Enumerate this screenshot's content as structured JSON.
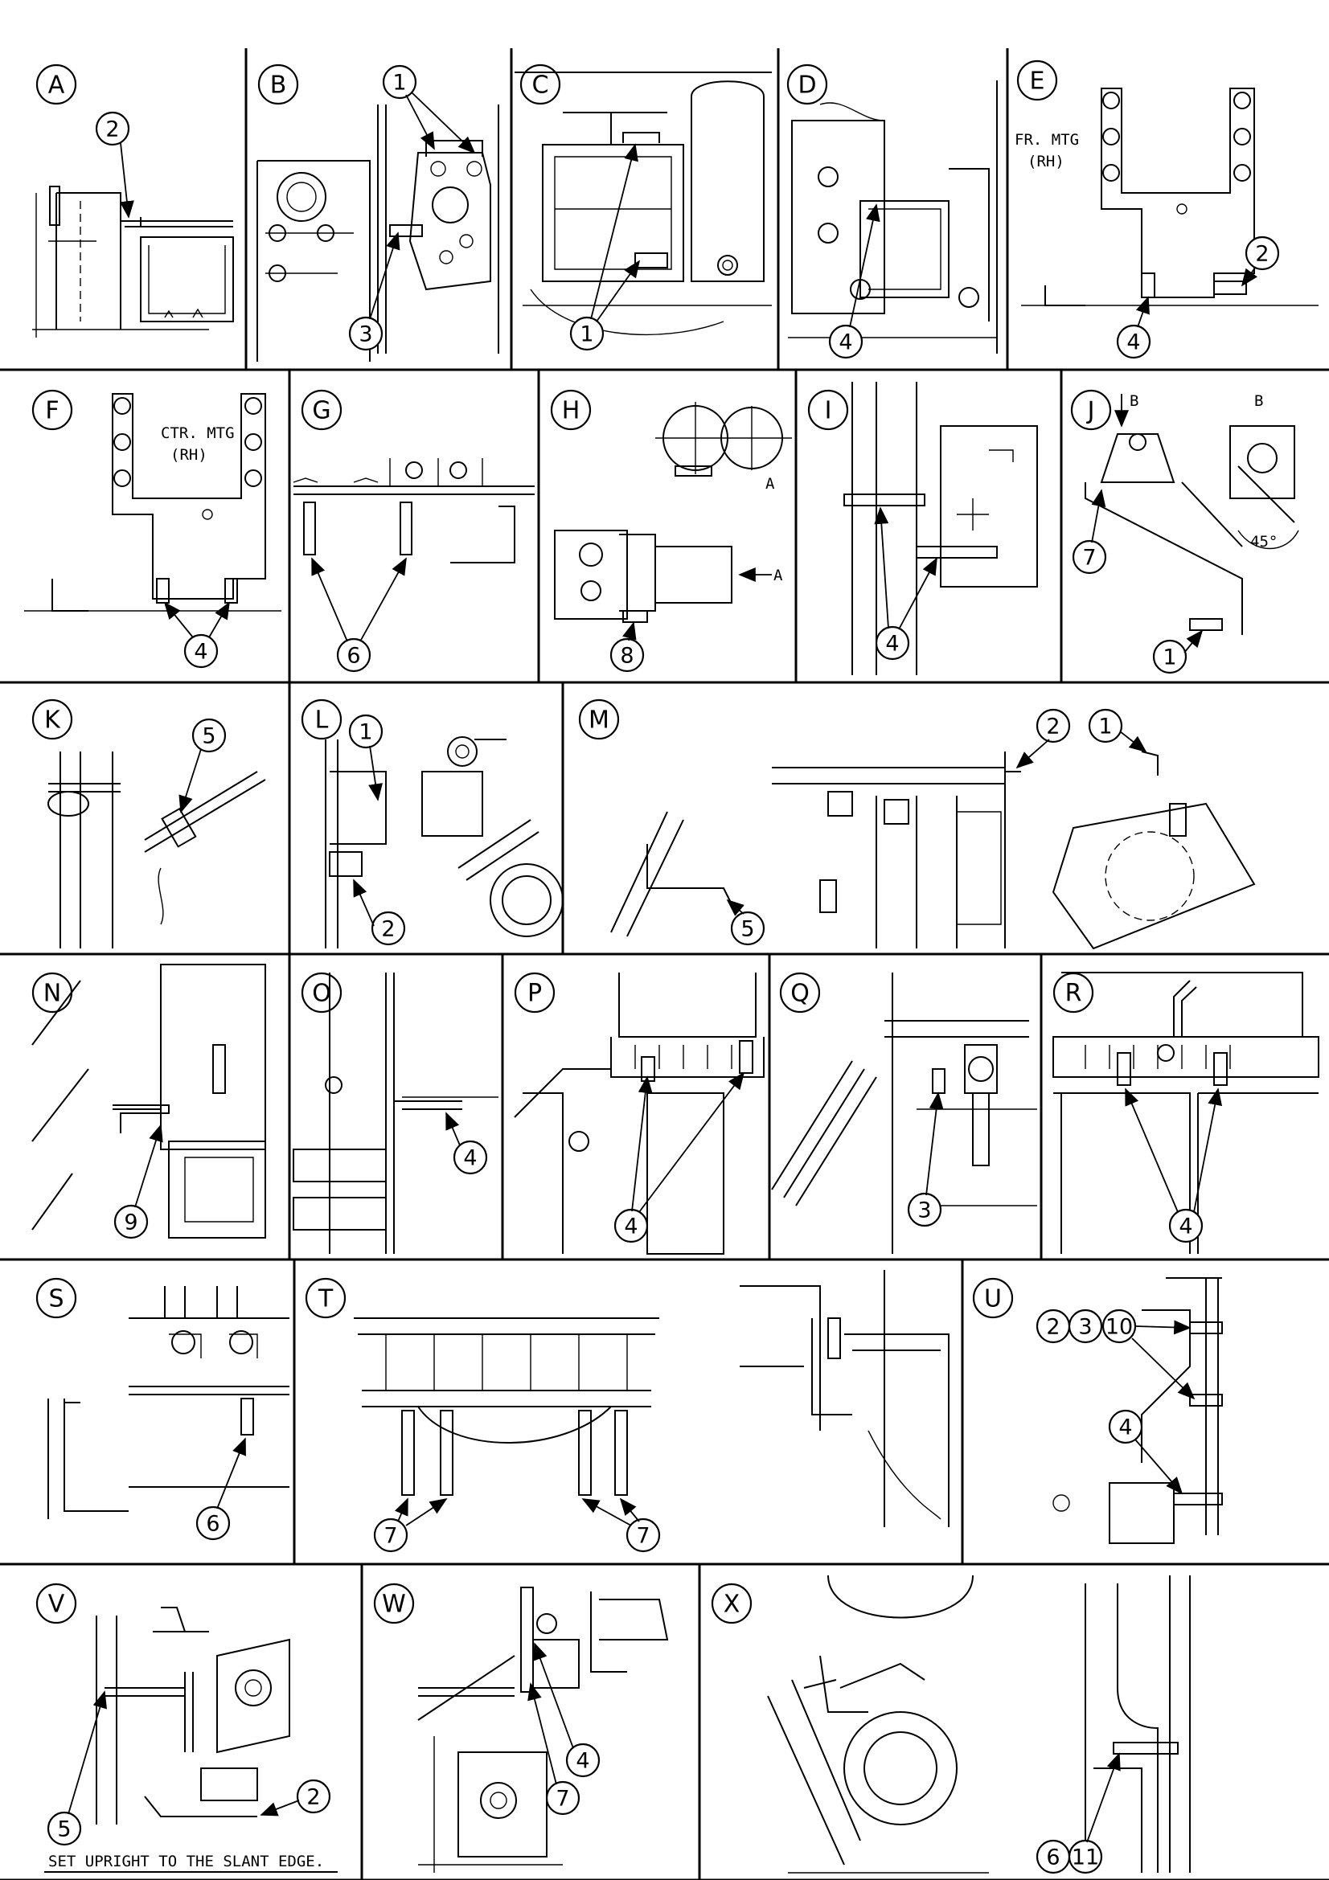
{
  "panels": [
    {
      "id": "A",
      "letter": "A",
      "callouts": [
        "2"
      ]
    },
    {
      "id": "B",
      "letter": "B",
      "callouts": [
        "1",
        "3"
      ]
    },
    {
      "id": "C",
      "letter": "C",
      "callouts": [
        "1"
      ]
    },
    {
      "id": "D",
      "letter": "D",
      "callouts": [
        "4"
      ]
    },
    {
      "id": "E",
      "letter": "E",
      "note_line1": "FR. MTG",
      "note_line2": "(RH)",
      "callouts": [
        "2",
        "4"
      ]
    },
    {
      "id": "F",
      "letter": "F",
      "note_line1": "CTR. MTG",
      "note_line2": "(RH)",
      "callouts": [
        "4"
      ]
    },
    {
      "id": "G",
      "letter": "G",
      "callouts": [
        "6"
      ]
    },
    {
      "id": "H",
      "letter": "H",
      "view_labels": [
        "A",
        "A"
      ],
      "callouts": [
        "8"
      ]
    },
    {
      "id": "I",
      "letter": "I",
      "callouts": [
        "4"
      ]
    },
    {
      "id": "J",
      "letter": "J",
      "view_labels": [
        "B",
        "B"
      ],
      "angle": "45°",
      "callouts": [
        "7",
        "1"
      ]
    },
    {
      "id": "K",
      "letter": "K",
      "callouts": [
        "5"
      ]
    },
    {
      "id": "L",
      "letter": "L",
      "callouts": [
        "1",
        "2"
      ]
    },
    {
      "id": "M",
      "letter": "M",
      "callouts": [
        "2",
        "1",
        "5"
      ]
    },
    {
      "id": "N",
      "letter": "N",
      "callouts": [
        "9"
      ]
    },
    {
      "id": "O",
      "letter": "O",
      "callouts": [
        "4"
      ]
    },
    {
      "id": "P",
      "letter": "P",
      "callouts": [
        "4"
      ]
    },
    {
      "id": "Q",
      "letter": "Q",
      "callouts": [
        "3"
      ]
    },
    {
      "id": "R",
      "letter": "R",
      "callouts": [
        "4"
      ]
    },
    {
      "id": "S",
      "letter": "S",
      "callouts": [
        "6"
      ]
    },
    {
      "id": "T",
      "letter": "T",
      "callouts": [
        "7",
        "7"
      ]
    },
    {
      "id": "U",
      "letter": "U",
      "callouts": [
        "2",
        "3",
        "10",
        "4"
      ]
    },
    {
      "id": "V",
      "letter": "V",
      "callouts": [
        "5",
        "2"
      ],
      "note": "SET UPRIGHT TO THE SLANT EDGE."
    },
    {
      "id": "W",
      "letter": "W",
      "callouts": [
        "4",
        "7"
      ]
    },
    {
      "id": "X",
      "letter": "X",
      "callouts": [
        "6",
        "11"
      ]
    }
  ]
}
